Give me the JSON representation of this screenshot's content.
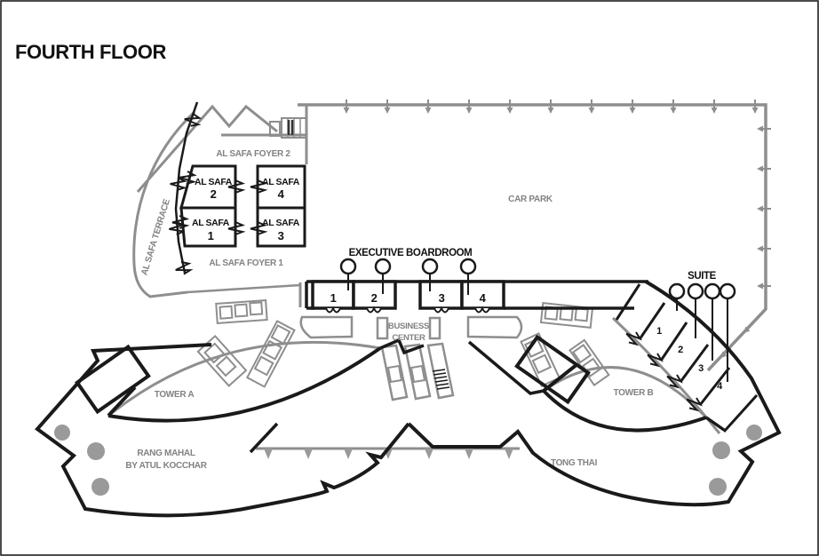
{
  "title": "FOURTH FLOOR",
  "areas": {
    "car_park": "CAR PARK",
    "al_safa_terrace": "AL SAFA TERRACE",
    "al_safa_foyer_1": "AL SAFA FOYER 1",
    "al_safa_foyer_2": "AL SAFA FOYER 2",
    "business_center": {
      "line1": "BUSINESS",
      "line2": "CENTER"
    },
    "tower_a": "TOWER A",
    "tower_b": "TOWER B",
    "rang_mahal": {
      "line1": "RANG MAHAL",
      "line2": "BY ATUL KOCCHAR"
    },
    "tong_thai": "TONG THAI"
  },
  "rooms": {
    "al_safa": {
      "name": "AL SAFA",
      "units": [
        "1",
        "2",
        "3",
        "4"
      ]
    },
    "executive_boardroom": {
      "label": "EXECUTIVE BOARDROOM",
      "units": [
        "1",
        "2",
        "3",
        "4"
      ]
    },
    "suite": {
      "label": "SUITE",
      "units": [
        "1",
        "2",
        "3",
        "4"
      ]
    }
  },
  "legend_colors": {
    "walls": "#111111",
    "secondary_structure": "#8e8e8e",
    "column_fill": "#9a9a9a",
    "background": "#ffffff"
  }
}
